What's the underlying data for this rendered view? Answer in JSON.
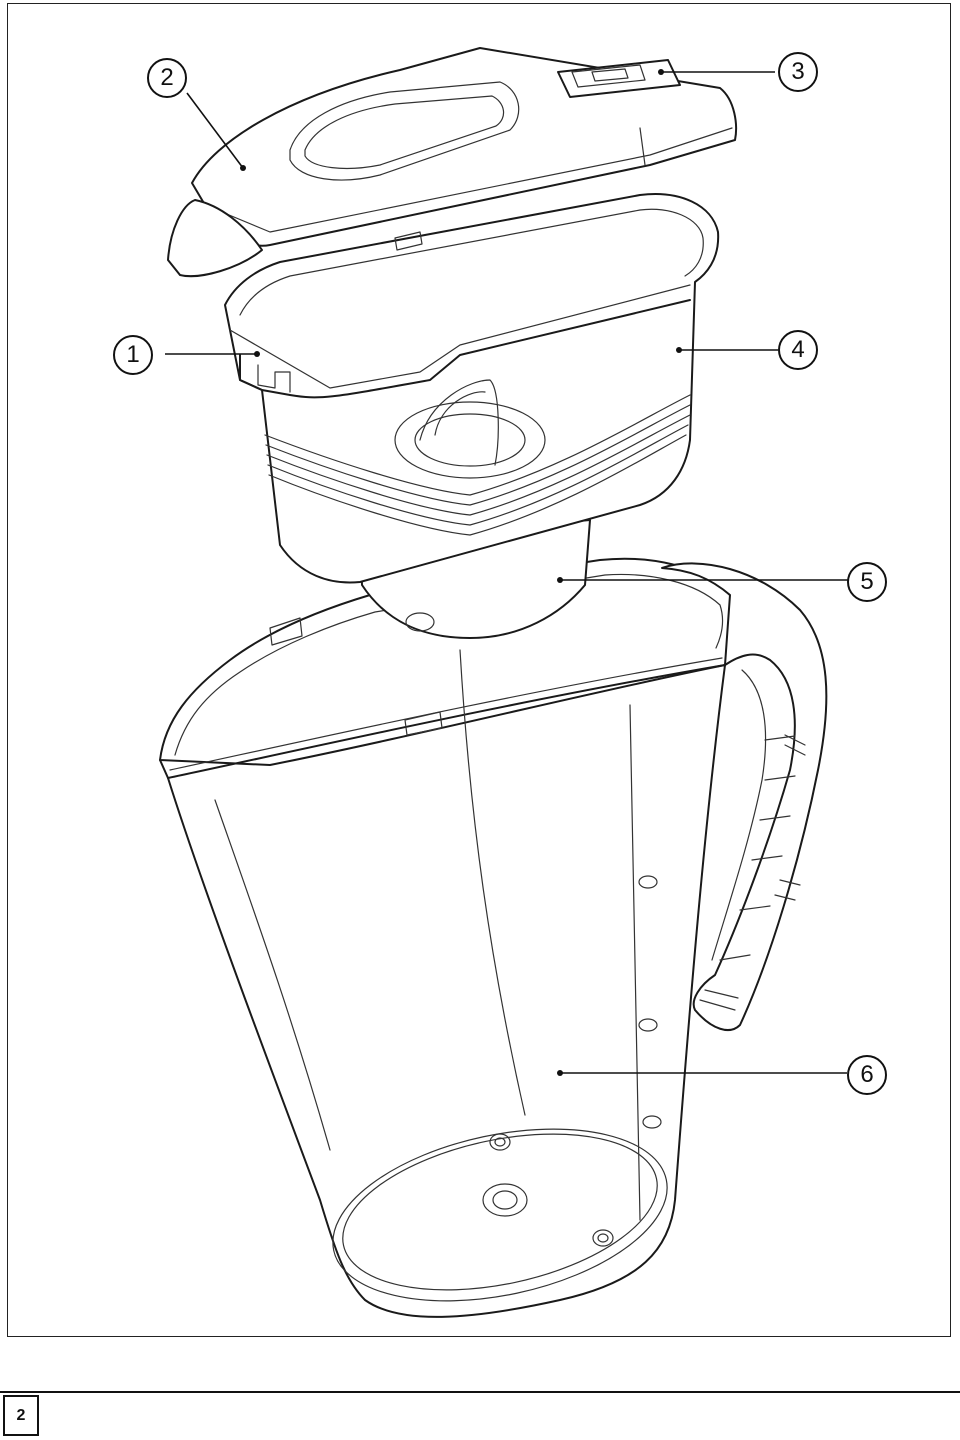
{
  "callouts": [
    {
      "id": "1",
      "label": "1"
    },
    {
      "id": "2",
      "label": "2"
    },
    {
      "id": "3",
      "label": "3"
    },
    {
      "id": "4",
      "label": "4"
    },
    {
      "id": "5",
      "label": "5"
    },
    {
      "id": "6",
      "label": "6"
    }
  ],
  "footer": {
    "page_number": "2"
  }
}
